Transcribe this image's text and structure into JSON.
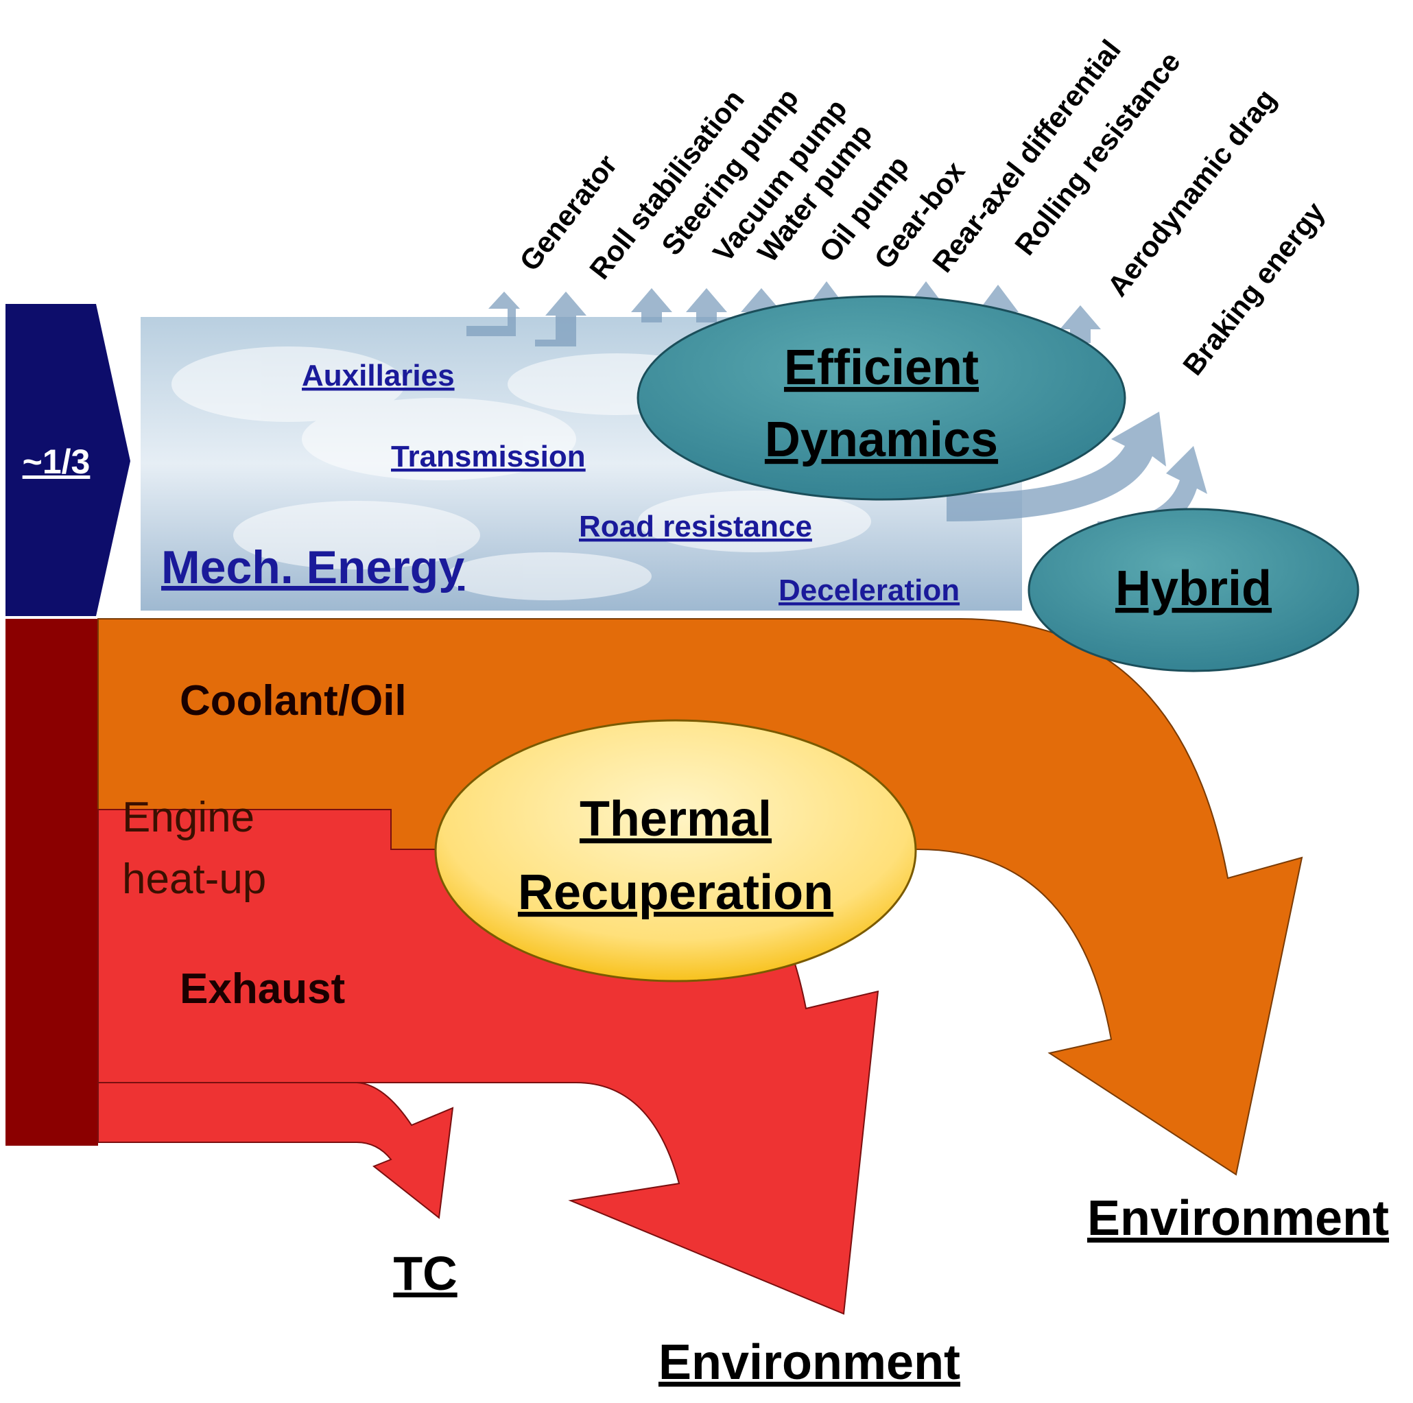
{
  "mech_fraction_label": "~1/3",
  "mech": {
    "title": "Mech. Energy",
    "categories": [
      "Auxillaries",
      "Transmission",
      "Road resistance",
      "Deceleration"
    ]
  },
  "consumers": [
    "Generator",
    "Roll stabilisation",
    "Steering pump",
    "Vacuum pump",
    "Water pump",
    "Oil pump",
    "Gear-box",
    "Rear-axel differential",
    "Rolling resistance",
    "Aerodynamic drag",
    "Braking energy"
  ],
  "measures": {
    "efficient_dynamics": [
      "Efficient",
      "Dynamics"
    ],
    "hybrid": "Hybrid",
    "thermal_recuperation": [
      "Thermal",
      "Recuperation"
    ]
  },
  "heat": {
    "coolant": "Coolant/Oil",
    "engine_heatup": [
      "Engine",
      "heat-up"
    ],
    "exhaust": "Exhaust"
  },
  "sinks": {
    "tc": "TC",
    "environment_exhaust": "Environment",
    "environment_coolant": "Environment"
  },
  "colors": {
    "navy": "#0d0d6b",
    "dark_red": "#8b0000",
    "orange": "#e36c0a",
    "red": "#ee3333",
    "teal": "#3f8e9a",
    "yellow": "#ffe48a",
    "link_blue": "#1a1a9a"
  }
}
